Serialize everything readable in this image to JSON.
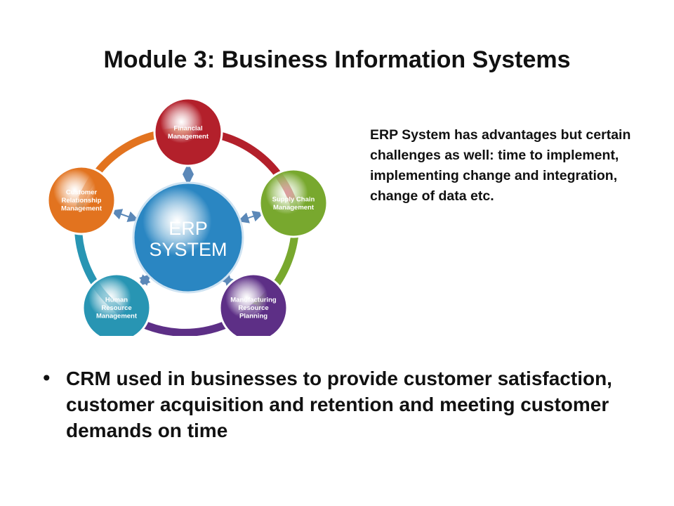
{
  "slide": {
    "title": "Module 3: Business Information Systems",
    "note": "ERP System has advantages but certain challenges as well: time to implement, implementing change and integration, change of data etc.",
    "bullets": [
      "CRM used in businesses to provide customer satisfaction, customer acquisition and retention and meeting customer demands on time"
    ]
  },
  "diagram": {
    "center": {
      "lines": [
        "ERP",
        "SYSTEM"
      ],
      "color": "#2a86c2"
    },
    "nodes": [
      {
        "lines": [
          "Financial",
          "Management"
        ],
        "color": "#b3202b"
      },
      {
        "lines": [
          "Supply Chain",
          "Management"
        ],
        "color": "#78a82e"
      },
      {
        "lines": [
          "Manufacturing",
          "Resource",
          "Planning"
        ],
        "color": "#5d2f86"
      },
      {
        "lines": [
          "Human",
          "Resource",
          "Management"
        ],
        "color": "#2895b3"
      },
      {
        "lines": [
          "Customer",
          "Relationship",
          "Management"
        ],
        "color": "#e2731f"
      }
    ],
    "ring_segments": [
      "#b3202b",
      "#78a82e",
      "#5d2f86",
      "#2895b3",
      "#e2731f"
    ],
    "arrow_color": "#5b88b8"
  }
}
